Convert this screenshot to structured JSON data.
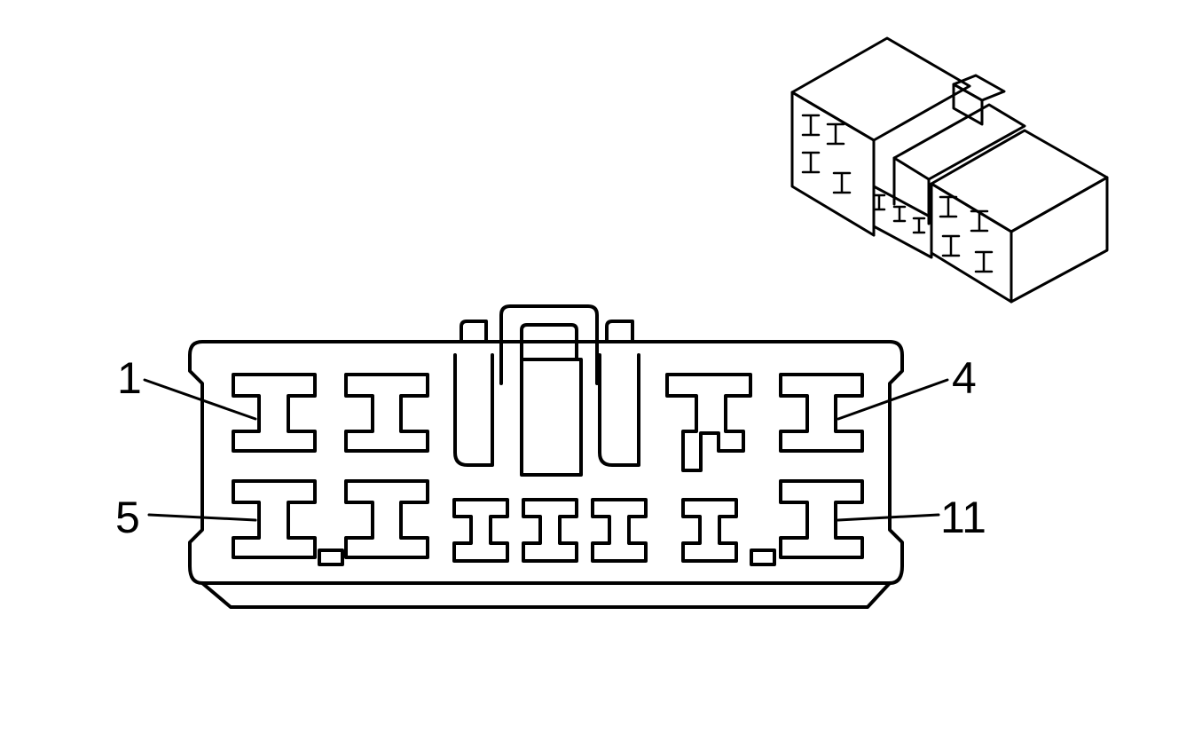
{
  "diagram": {
    "type": "connector-face-view",
    "colors": {
      "line": "#000000",
      "background": "#ffffff"
    },
    "pin_labels": [
      "1",
      "4",
      "5",
      "11"
    ]
  }
}
